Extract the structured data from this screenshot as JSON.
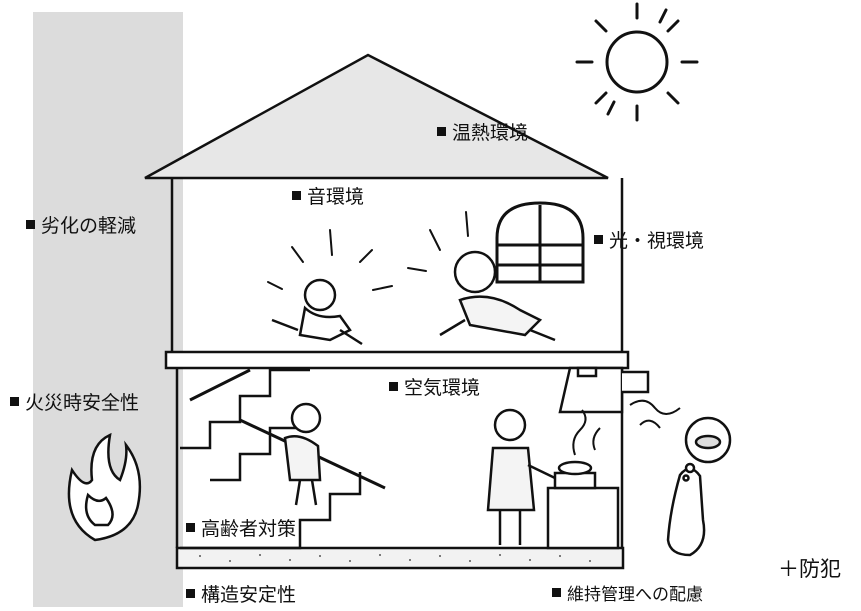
{
  "labels": {
    "onnetsu": "温熱環境",
    "oto": "音環境",
    "rekka": "劣化の軽減",
    "hikari": "光・視環境",
    "kaji": "火災時安全性",
    "kuuki": "空気環境",
    "koureisha": "高齢者対策",
    "kouzou": "構造安定性",
    "iji": "維持管理への配慮",
    "bouhan": "＋防犯"
  }
}
